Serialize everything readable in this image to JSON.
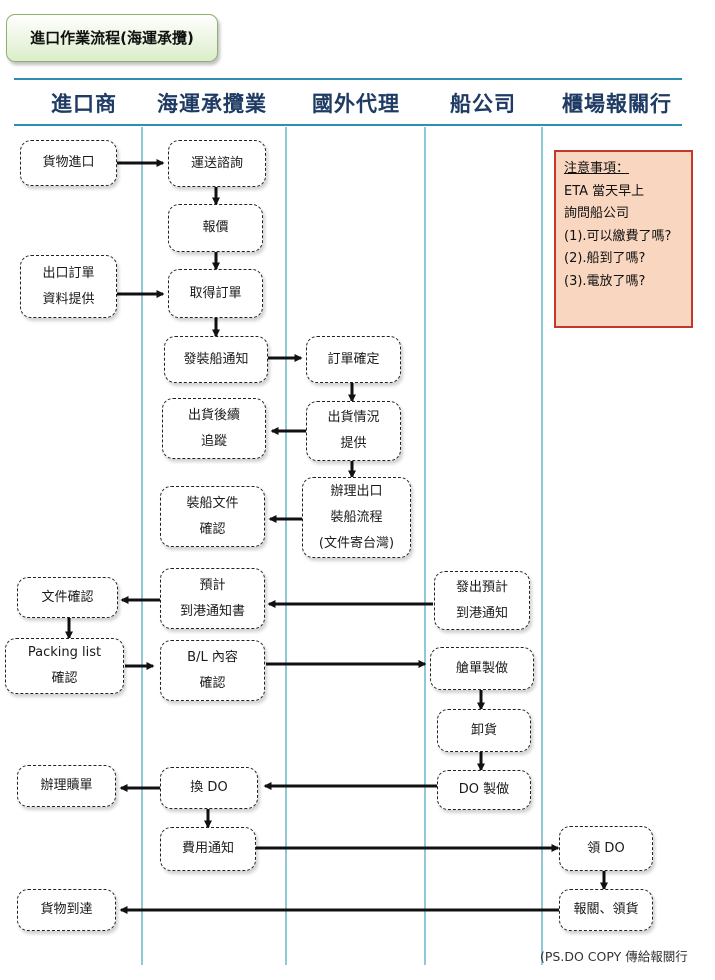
{
  "title": "進口作業流程(海運承攬)",
  "lanes": [
    "進口商",
    "海運承攬業",
    "國外代理",
    "船公司",
    "櫃場報關行"
  ],
  "nodes": {
    "goods_import": [
      "貨物進口"
    ],
    "transport_inquiry": [
      "運送諮詢"
    ],
    "quote": [
      "報價"
    ],
    "export_order": [
      "出口訂單",
      "資料提供"
    ],
    "get_order": [
      "取得訂單"
    ],
    "shipping_notice": [
      "發裝船通知"
    ],
    "order_confirm": [
      "訂單確定"
    ],
    "shipment_followup": [
      "出貨後續",
      "追蹤"
    ],
    "shipment_status": [
      "出貨情況",
      "提供"
    ],
    "loading_docs": [
      "裝船文件",
      "確認"
    ],
    "export_process": [
      "辦理出口",
      "裝船流程",
      "(文件寄台灣)"
    ],
    "doc_confirm": [
      "文件確認"
    ],
    "arrival_notice_forwarder": [
      "預計",
      "到港通知書"
    ],
    "arrival_notice_carrier": [
      "發出預計",
      "到港通知"
    ],
    "packing_list": [
      "Packing list",
      "確認"
    ],
    "bl_content": [
      "B/L 內容",
      "確認"
    ],
    "manifest": [
      "艙單製做"
    ],
    "unloading": [
      "卸貨"
    ],
    "exchange_do": [
      "換 DO"
    ],
    "do_making": [
      "DO 製做"
    ],
    "redeem_bl": [
      "辦理贖單"
    ],
    "fee_notice": [
      "費用通知"
    ],
    "get_do": [
      "領 DO"
    ],
    "goods_arrival": [
      "貨物到達"
    ],
    "customs_pickup": [
      "報關、領貨"
    ]
  },
  "note": {
    "title": "注意事項：",
    "lines": [
      "ETA 當天早上",
      "詢問船公司",
      "(1).可以繳費了嗎?",
      "(2).船到了嗎?",
      "(3).電放了嗎?"
    ]
  },
  "footnote": "(PS.DO COPY 傳給報關行",
  "colors": {
    "lane_line": "#8fc8d6",
    "header_rule": "#2f8fb0",
    "note_border": "#c0392b",
    "note_fill": "#f9d6c0"
  }
}
